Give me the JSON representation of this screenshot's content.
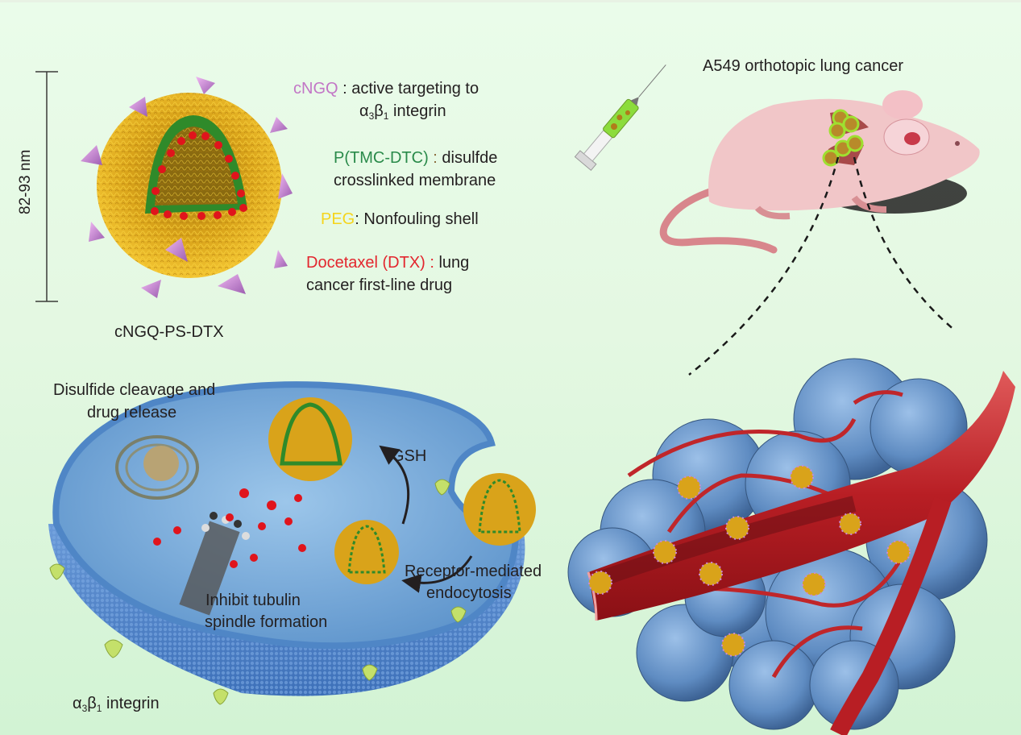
{
  "figure": {
    "scale_bar": {
      "label": "82-93 nm"
    },
    "nanoparticle": {
      "name": "cNGQ-PS-DTX"
    },
    "legend": [
      {
        "term": "cNGQ",
        "separator": " : ",
        "desc_line1": "active targeting to",
        "desc_line2_prefix": "α",
        "sub1": "3",
        "mid": "β",
        "sub2": "1",
        "desc_line2_suffix": " integrin",
        "term_color": "#c276c6"
      },
      {
        "term": "P(TMC-DTC)",
        "separator": " : ",
        "desc_line1": "disulfde",
        "desc_line2": "crosslinked membrane",
        "term_color": "#2a8a4a"
      },
      {
        "term": "PEG",
        "separator": ": ",
        "desc_line1": "Nonfouling shell",
        "term_color": "#f5d51c"
      },
      {
        "term": "Docetaxel (DTX)",
        "separator": " : ",
        "desc_line1": "lung",
        "desc_line2": "cancer first-line drug",
        "term_color": "#e3262e"
      }
    ],
    "mouse_panel": {
      "title": "A549 orthotopic lung cancer"
    },
    "cell_panel": {
      "release_label_line1": "Disulfide cleavage and",
      "release_label_line2": "drug release",
      "gsh_label": "GSH",
      "endocytosis_line1": "Receptor-mediated",
      "endocytosis_line2": "endocytosis",
      "tubulin_line1": "Inhibit tubulin",
      "tubulin_line2": "spindle formation",
      "integrin_prefix": "α",
      "integrin_sub1": "3",
      "integrin_mid": "β",
      "integrin_sub2": "1",
      "integrin_suffix": " integrin"
    },
    "colors": {
      "background": "#e4f8e2",
      "peg_shell": "#d9a31a",
      "membrane_green": "#2f8a2a",
      "drug_red": "#e0141c",
      "ligand_purple": "#c98ad8",
      "cell_blue": "#4f86c6",
      "vessel_red": "#c0262a",
      "tumor_blue": "#6f9ccf",
      "mouse_pink": "#f1c6c8",
      "integrin_green": "#c4e06a"
    }
  }
}
